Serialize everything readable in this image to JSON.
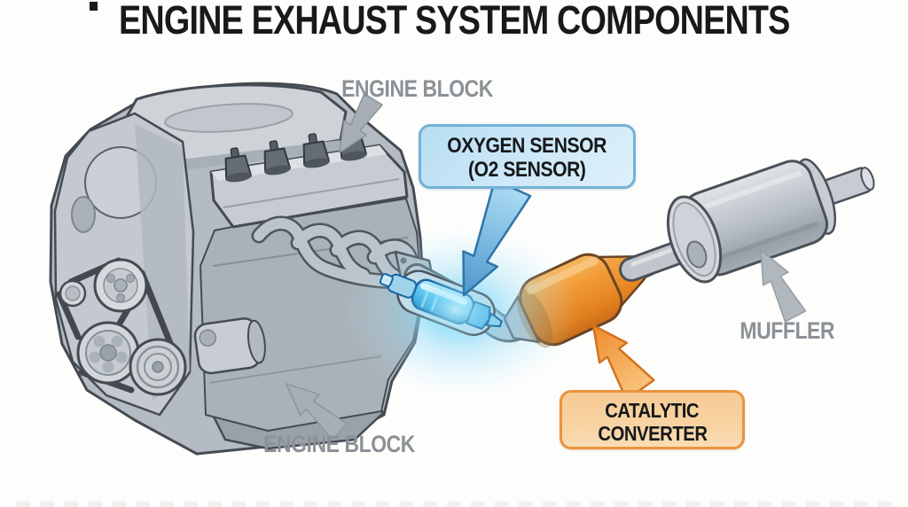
{
  "title": "ENGINE EXHAUST SYSTEM COMPONENTS",
  "callouts": {
    "engine_block_top": {
      "label": "ENGINE BLOCK"
    },
    "oxygen_sensor": {
      "line1": "OXYGEN SENSOR",
      "line2": "(O2 SENSOR)"
    },
    "catalytic_converter": {
      "line1": "CATALYTIC",
      "line2": "CONVERTER"
    },
    "muffler": {
      "label": "MUFFLER"
    },
    "engine_block_bottom": {
      "label": "ENGINE BLOCK"
    }
  },
  "components": [
    "ENGINE BLOCK",
    "OXYGEN SENSOR (O2 SENSOR)",
    "CATALYTIC CONVERTER",
    "MUFFLER"
  ],
  "colors": {
    "background": "#fdfdfc",
    "title_text": "#17191b",
    "gray_label_text": "#8b9196",
    "blue_box_fill": "#cfe9f8",
    "blue_box_border": "#74b2d6",
    "blue_arrow": "#5aa0d2",
    "orange_box_fill": "#f8d2a0",
    "orange_box_border": "#e8953e",
    "catalytic_orange": "#ef9432",
    "sensor_glow_blue": "#7fd6f6",
    "engine_gray": "#b9c0c7",
    "outline_gray": "#454b52"
  }
}
